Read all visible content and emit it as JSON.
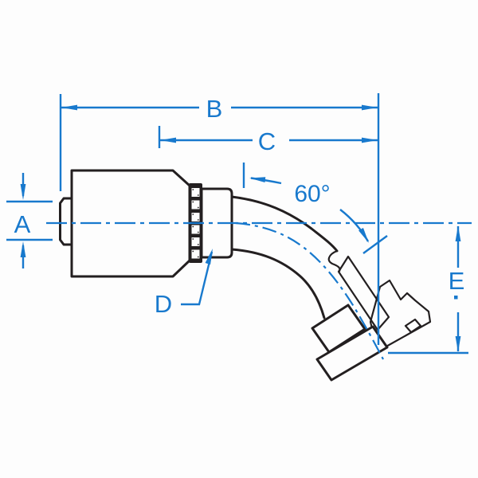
{
  "colors": {
    "blue": "#1879cd",
    "ink": "#231f20",
    "paper": "#fdfdfd"
  },
  "figure": {
    "labels": {
      "a": "A",
      "b": "B",
      "c": "C",
      "d": "D",
      "e": "E",
      "angle": "60°"
    }
  }
}
